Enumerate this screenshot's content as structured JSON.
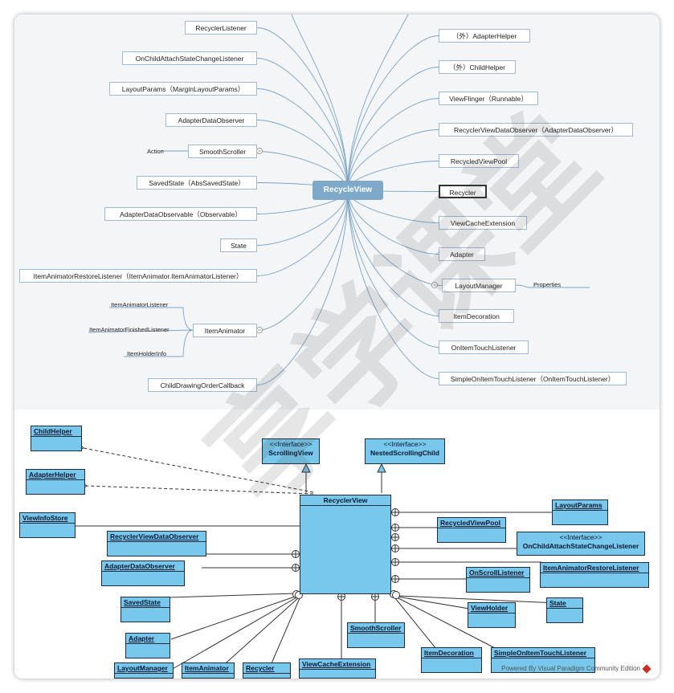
{
  "mind_map": {
    "center": "RecycleView",
    "left_nodes": [
      "RecyclerListener",
      "OnChildAttachStateChangeListener",
      "LayoutParams（MarginLayoutParams）",
      "AdapterDataObserver",
      "SmoothScroller",
      "SavedState（AbsSavedState）",
      "AdapterDataObservable（Observable）",
      "State",
      "ItemAnimatorRestoreListener（ItemAnimator.ItemAnimatorListener）",
      "ItemAnimator",
      "ChildDrawingOrderCallback"
    ],
    "right_nodes": [
      "（外）AdapterHelper",
      "（外）ChildHelper",
      "ViewFlinger（Runnable）",
      "RecyclerViewDataObserver（AdapterDataObserver）",
      "RecycledViewPool",
      "Recycler",
      "ViewCacheExtension",
      "Adapter",
      "LayoutManager",
      "ItemDecoration",
      "OnItemTouchListener",
      "SimpleOnItemTouchListener（OnItemTouchListener）"
    ],
    "smooth_scroller_child": "Action",
    "item_animator_children": [
      "ItemAnimatorListener",
      "ItemAnimatorFinishedListener",
      "ItemHolderInfo"
    ],
    "layout_manager_child": "Properties"
  },
  "uml": {
    "main": "RecyclerView",
    "stereotype": "<<Interface>>",
    "interfaces": [
      "ScrollingView",
      "NestedScrollingChild"
    ],
    "dependencies": [
      "ChildHelper",
      "AdapterHelper"
    ],
    "classes": {
      "view_info_store": "ViewInfoStore",
      "recycler_view_data_observer": "RecyclerViewDataObserver",
      "adapter_data_observer": "AdapterDataObserver",
      "saved_state": "SavedState",
      "adapter": "Adapter",
      "layout_manager": "LayoutManager",
      "item_animator": "ItemAnimator",
      "recycler": "Recycler",
      "view_cache_extension": "ViewCacheExtension",
      "smooth_scroller": "SmoothScroller",
      "item_decoration": "ItemDecoration",
      "simple_on_item_touch_listener": "SimpleOnItemTouchListener",
      "view_holder": "ViewHolder",
      "state": "State",
      "on_scroll_listener": "OnScrollListener",
      "item_animator_restore_listener": "ItemAnimatorRestoreListener",
      "recycled_view_pool": "RecycledViewPool",
      "layout_params": "LayoutParams",
      "on_child_attach_state_change_listener": "OnChildAttachStateChangeListener"
    }
  },
  "watermark": "享学课堂",
  "footer": "Powered By Visual Paradigm Community Edition",
  "colors": {
    "mind_center": "#7fa9c9",
    "mind_line": "#7aa3c6",
    "uml_fill": "#77c8ec",
    "uml_border": "#1f2d3a"
  }
}
